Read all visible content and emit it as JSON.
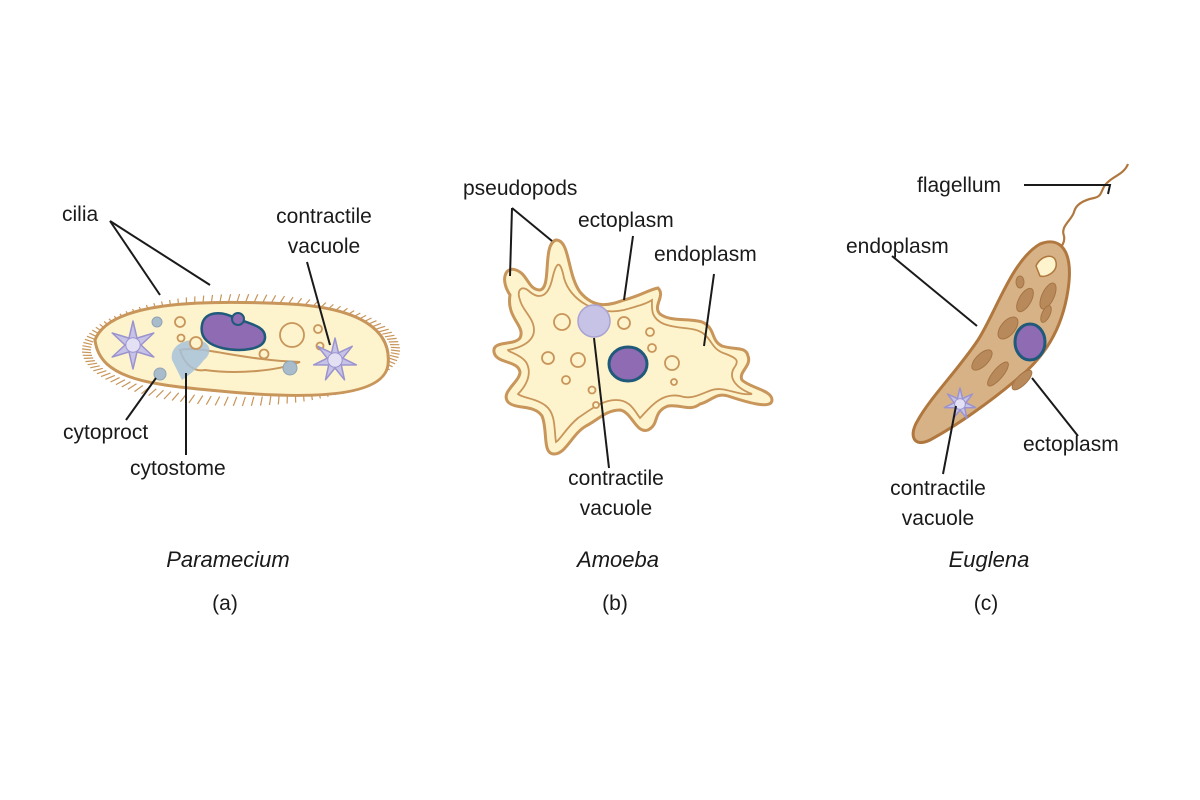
{
  "panels": {
    "a": {
      "title": "Paramecium",
      "letter": "(a)",
      "labels": {
        "cilia": "cilia",
        "contractile_vacuole_1": "contractile",
        "contractile_vacuole_2": "vacuole",
        "cytoproct": "cytoproct",
        "cytostome": "cytostome"
      }
    },
    "b": {
      "title": "Amoeba",
      "letter": "(b)",
      "labels": {
        "pseudopods": "pseudopods",
        "ectoplasm": "ectoplasm",
        "endoplasm": "endoplasm",
        "contractile_vacuole_1": "contractile",
        "contractile_vacuole_2": "vacuole"
      }
    },
    "c": {
      "title": "Euglena",
      "letter": "(c)",
      "labels": {
        "flagellum": "flagellum",
        "endoplasm": "endoplasm",
        "ectoplasm": "ectoplasm",
        "contractile_vacuole_1": "contractile",
        "contractile_vacuole_2": "vacuole"
      }
    }
  },
  "colors": {
    "membrane": "#c8955a",
    "cytoplasm": "#fdf3cc",
    "nucleus_fill": "#8e6bb3",
    "nucleus_edge": "#1f5a7a",
    "vacuole": "#c7c3e6",
    "euglena_body": "#d7b287",
    "euglena_chloroplast": "#b8895a",
    "leader_line": "#1a1a1a"
  }
}
